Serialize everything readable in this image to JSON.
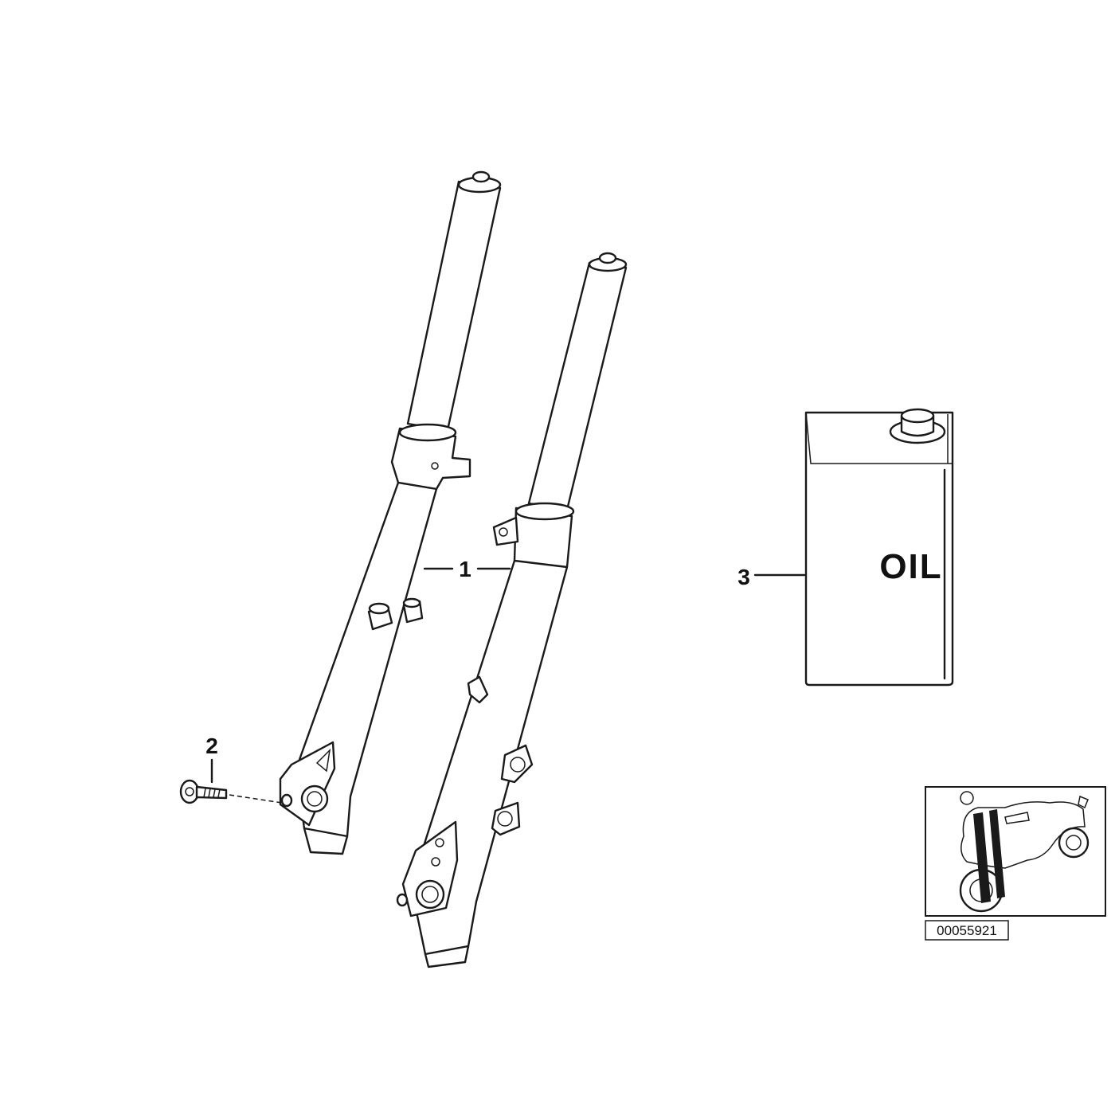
{
  "diagram": {
    "callouts": [
      {
        "id": "1",
        "label": "1"
      },
      {
        "id": "2",
        "label": "2"
      },
      {
        "id": "3",
        "label": "3"
      }
    ],
    "oil_can_label": "OIL",
    "inset": {
      "reference_number": "00055921"
    }
  },
  "colors": {
    "line": "#1a1a1a",
    "background": "#ffffff"
  }
}
